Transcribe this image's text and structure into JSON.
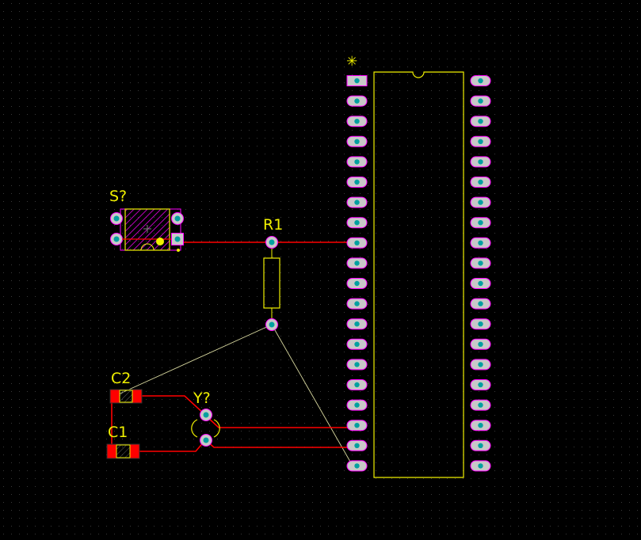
{
  "designators": {
    "switch": "S?",
    "resistor": "R1",
    "cap_top": "C2",
    "cap_bottom": "C1",
    "crystal": "Y?",
    "pin1_marker": "✳"
  },
  "colors": {
    "background": "#000000",
    "grid_dot": "#3a3a3a",
    "top_silk": "#f0f000",
    "top_copper": "#ff0000",
    "pad_fill": "#c8c8c8",
    "pad_outline": "#ff00ff",
    "drill_hole": "#00a0a0",
    "ratsnest": "#d9d9a0",
    "hatch": "#ff00ff"
  },
  "ic": {
    "pins_per_side": 20
  }
}
